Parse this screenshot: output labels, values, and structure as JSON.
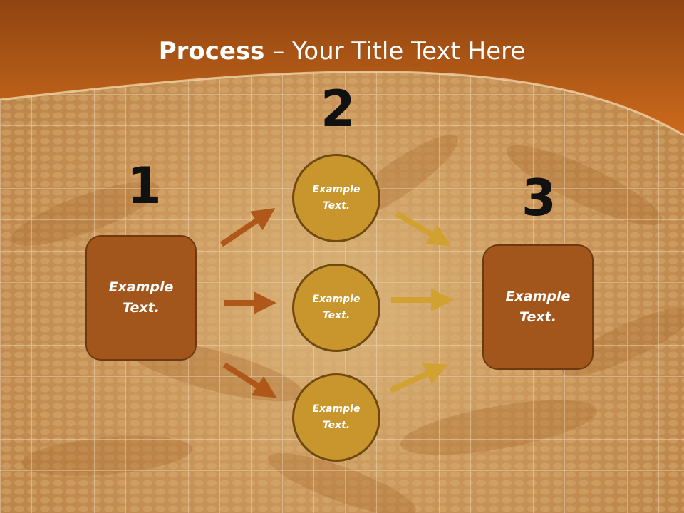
{
  "title": {
    "bold": "Process",
    "rest": " – Your Title Text Here"
  },
  "steps": [
    {
      "number": "1",
      "line1": "Example",
      "line2": "Text."
    },
    {
      "number": "2"
    },
    {
      "number": "3",
      "line1": "Example",
      "line2": "Text."
    }
  ],
  "circles": [
    {
      "line1": "Example",
      "line2": "Text."
    },
    {
      "line1": "Example",
      "line2": "Text."
    },
    {
      "line1": "Example",
      "line2": "Text."
    }
  ],
  "colors": {
    "header": "#c4631a",
    "box_fill": "#a3561b",
    "circle_fill": "#c9962e",
    "arrow_left": "#b0581a",
    "arrow_right": "#d1a132"
  }
}
